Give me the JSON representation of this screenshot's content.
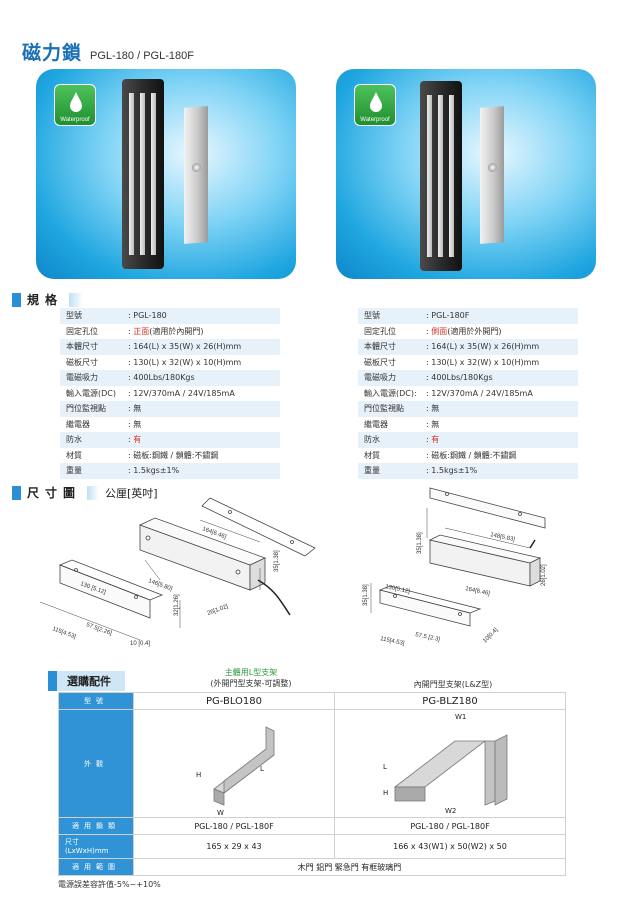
{
  "title": {
    "zh": "磁力鎖",
    "models": "PGL-180 / PGL-180F"
  },
  "badge_label": "Waterproof",
  "sections": {
    "spec": "規格",
    "dims": "尺寸圖",
    "dims_unit": "公厘[英吋]"
  },
  "spec_left": [
    {
      "k": "型號",
      "v": "PGL-180"
    },
    {
      "k": "固定孔位",
      "v_hl": "正面",
      "v": "(適用於內開門)"
    },
    {
      "k": "本體尺寸",
      "v": "164(L) x 35(W) x 26(H)mm"
    },
    {
      "k": "磁板尺寸",
      "v": "130(L) x 32(W) x 10(H)mm"
    },
    {
      "k": "電磁吸力",
      "v": "400Lbs/180Kgs"
    },
    {
      "k": "輸入電源(DC)",
      "v": "12V/370mA / 24V/185mA"
    },
    {
      "k": "門位監視點",
      "v": "無"
    },
    {
      "k": "繼電器",
      "v": "無"
    },
    {
      "k": "防水",
      "v_hl": "有",
      "v": ""
    },
    {
      "k": "材質",
      "v": "磁板:鋼鐵 / 鎖體:不鏽鋼"
    },
    {
      "k": "重量",
      "v": "1.5kgs±1%"
    }
  ],
  "spec_right": [
    {
      "k": "型號",
      "v": "PGL-180F"
    },
    {
      "k": "固定孔位",
      "v_hl": "側面",
      "v": "(適用於外開門)"
    },
    {
      "k": "本體尺寸",
      "v": "164(L) x 35(W) x 26(H)mm"
    },
    {
      "k": "磁板尺寸",
      "v": "130(L) x 32(W) x 10(H)mm"
    },
    {
      "k": "電磁吸力",
      "v": "400Lbs/180Kgs"
    },
    {
      "k": "輸入電源(DC):",
      "v": "12V/370mA / 24V/185mA"
    },
    {
      "k": "門位監視點",
      "v": "無"
    },
    {
      "k": "繼電器",
      "v": "無"
    },
    {
      "k": "防水",
      "v_hl": "有",
      "v": ""
    },
    {
      "k": "材質",
      "v": "磁板:鋼鐵 / 鎖體:不鏽鋼"
    },
    {
      "k": "重量",
      "v": "1.5kgs±1%"
    }
  ],
  "dims_left": {
    "d1": "164[6.46]",
    "d2": "146[5.80]",
    "d3": "130 [5.12]",
    "d4": "35[1.38]",
    "d5": "32[1.26]",
    "d6": "115[4.53]",
    "d7": "57.5[2.26]",
    "d8": "26[1.02]",
    "d9": "10 [0.4]"
  },
  "dims_right": {
    "d1": "148[5.83]",
    "d2": "35[1.38]",
    "d3": "130[5.12]",
    "d4": "164[6.46]",
    "d5": "26[1.02]",
    "d6": "35[1.38]",
    "d7": "115[4.53]",
    "d8": "57.5 [2.3]",
    "d9": "10[0.4]"
  },
  "accessories": {
    "heading": "選購配件",
    "cap1_line1": "主體用L型支架",
    "cap1_line2": "(外開門型支架-可調整)",
    "cap2": "內開門型支架(L&Z型)",
    "row_model_label": "型號",
    "row_look_label": "外觀",
    "row_for_label": "適用鎖類",
    "row_size_label_1": "尺寸",
    "row_size_label_2": "(LxWxH)mm",
    "row_use_label": "適用範圍",
    "model_1": "PG-BLO180",
    "model_2": "PG-BLZ180",
    "for_1": "PGL-180 / PGL-180F",
    "for_2": "PGL-180 / PGL-180F",
    "size_1": "165 x 29 x 43",
    "size_2": "166 x 43(W1) x 50(W2) x 50",
    "use": "木門 鋁門 緊急門 有框玻璃門",
    "lbl_H": "H",
    "lbl_L": "L",
    "lbl_W": "W",
    "lbl_W1": "W1",
    "lbl_W2": "W2"
  },
  "footnote": "電源誤差容許值-5%~+10%"
}
